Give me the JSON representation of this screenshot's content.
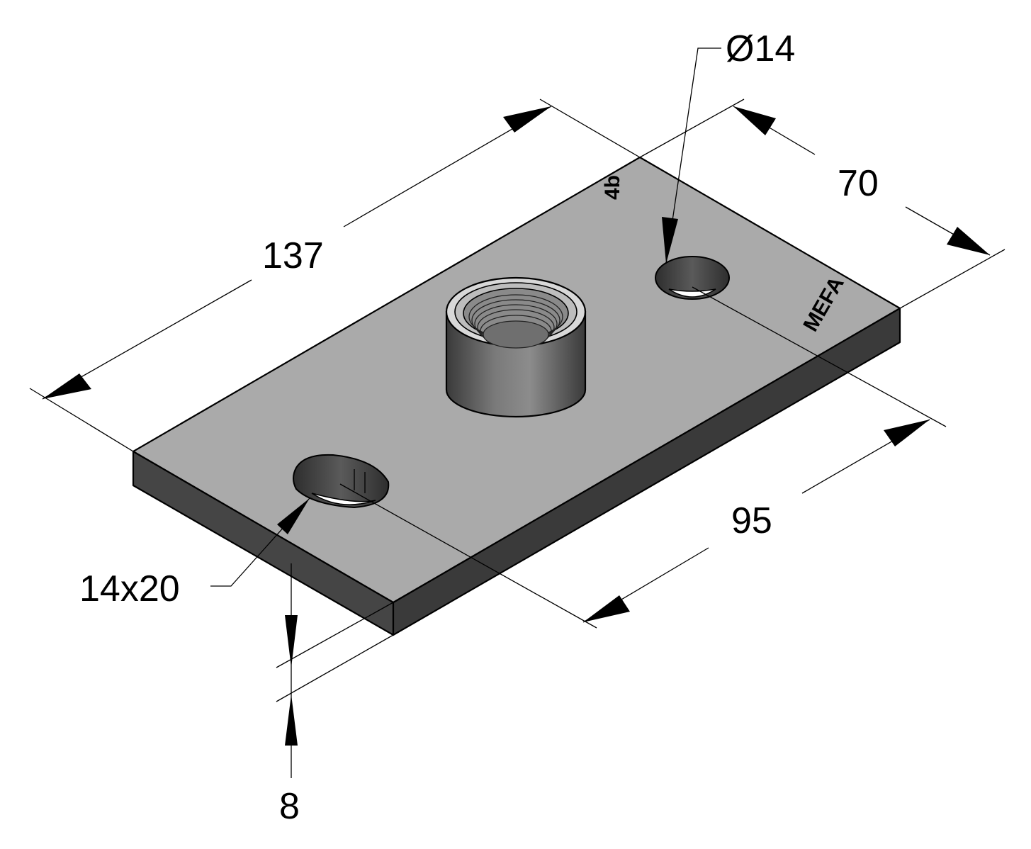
{
  "drawing": {
    "dimensions": {
      "length": "137",
      "width": "70",
      "hole_spacing": "95",
      "hole_diameter": "Ø14",
      "slot_size": "14x20",
      "thickness": "8"
    },
    "markings": {
      "brand": "MEFA",
      "plate_code": "4b"
    }
  },
  "colors": {
    "plate_top": "#a8a8a8",
    "plate_side": "#4a4a4a",
    "plate_front": "#3b3b3b",
    "boss": "#6a6a6a",
    "line": "#000000"
  }
}
